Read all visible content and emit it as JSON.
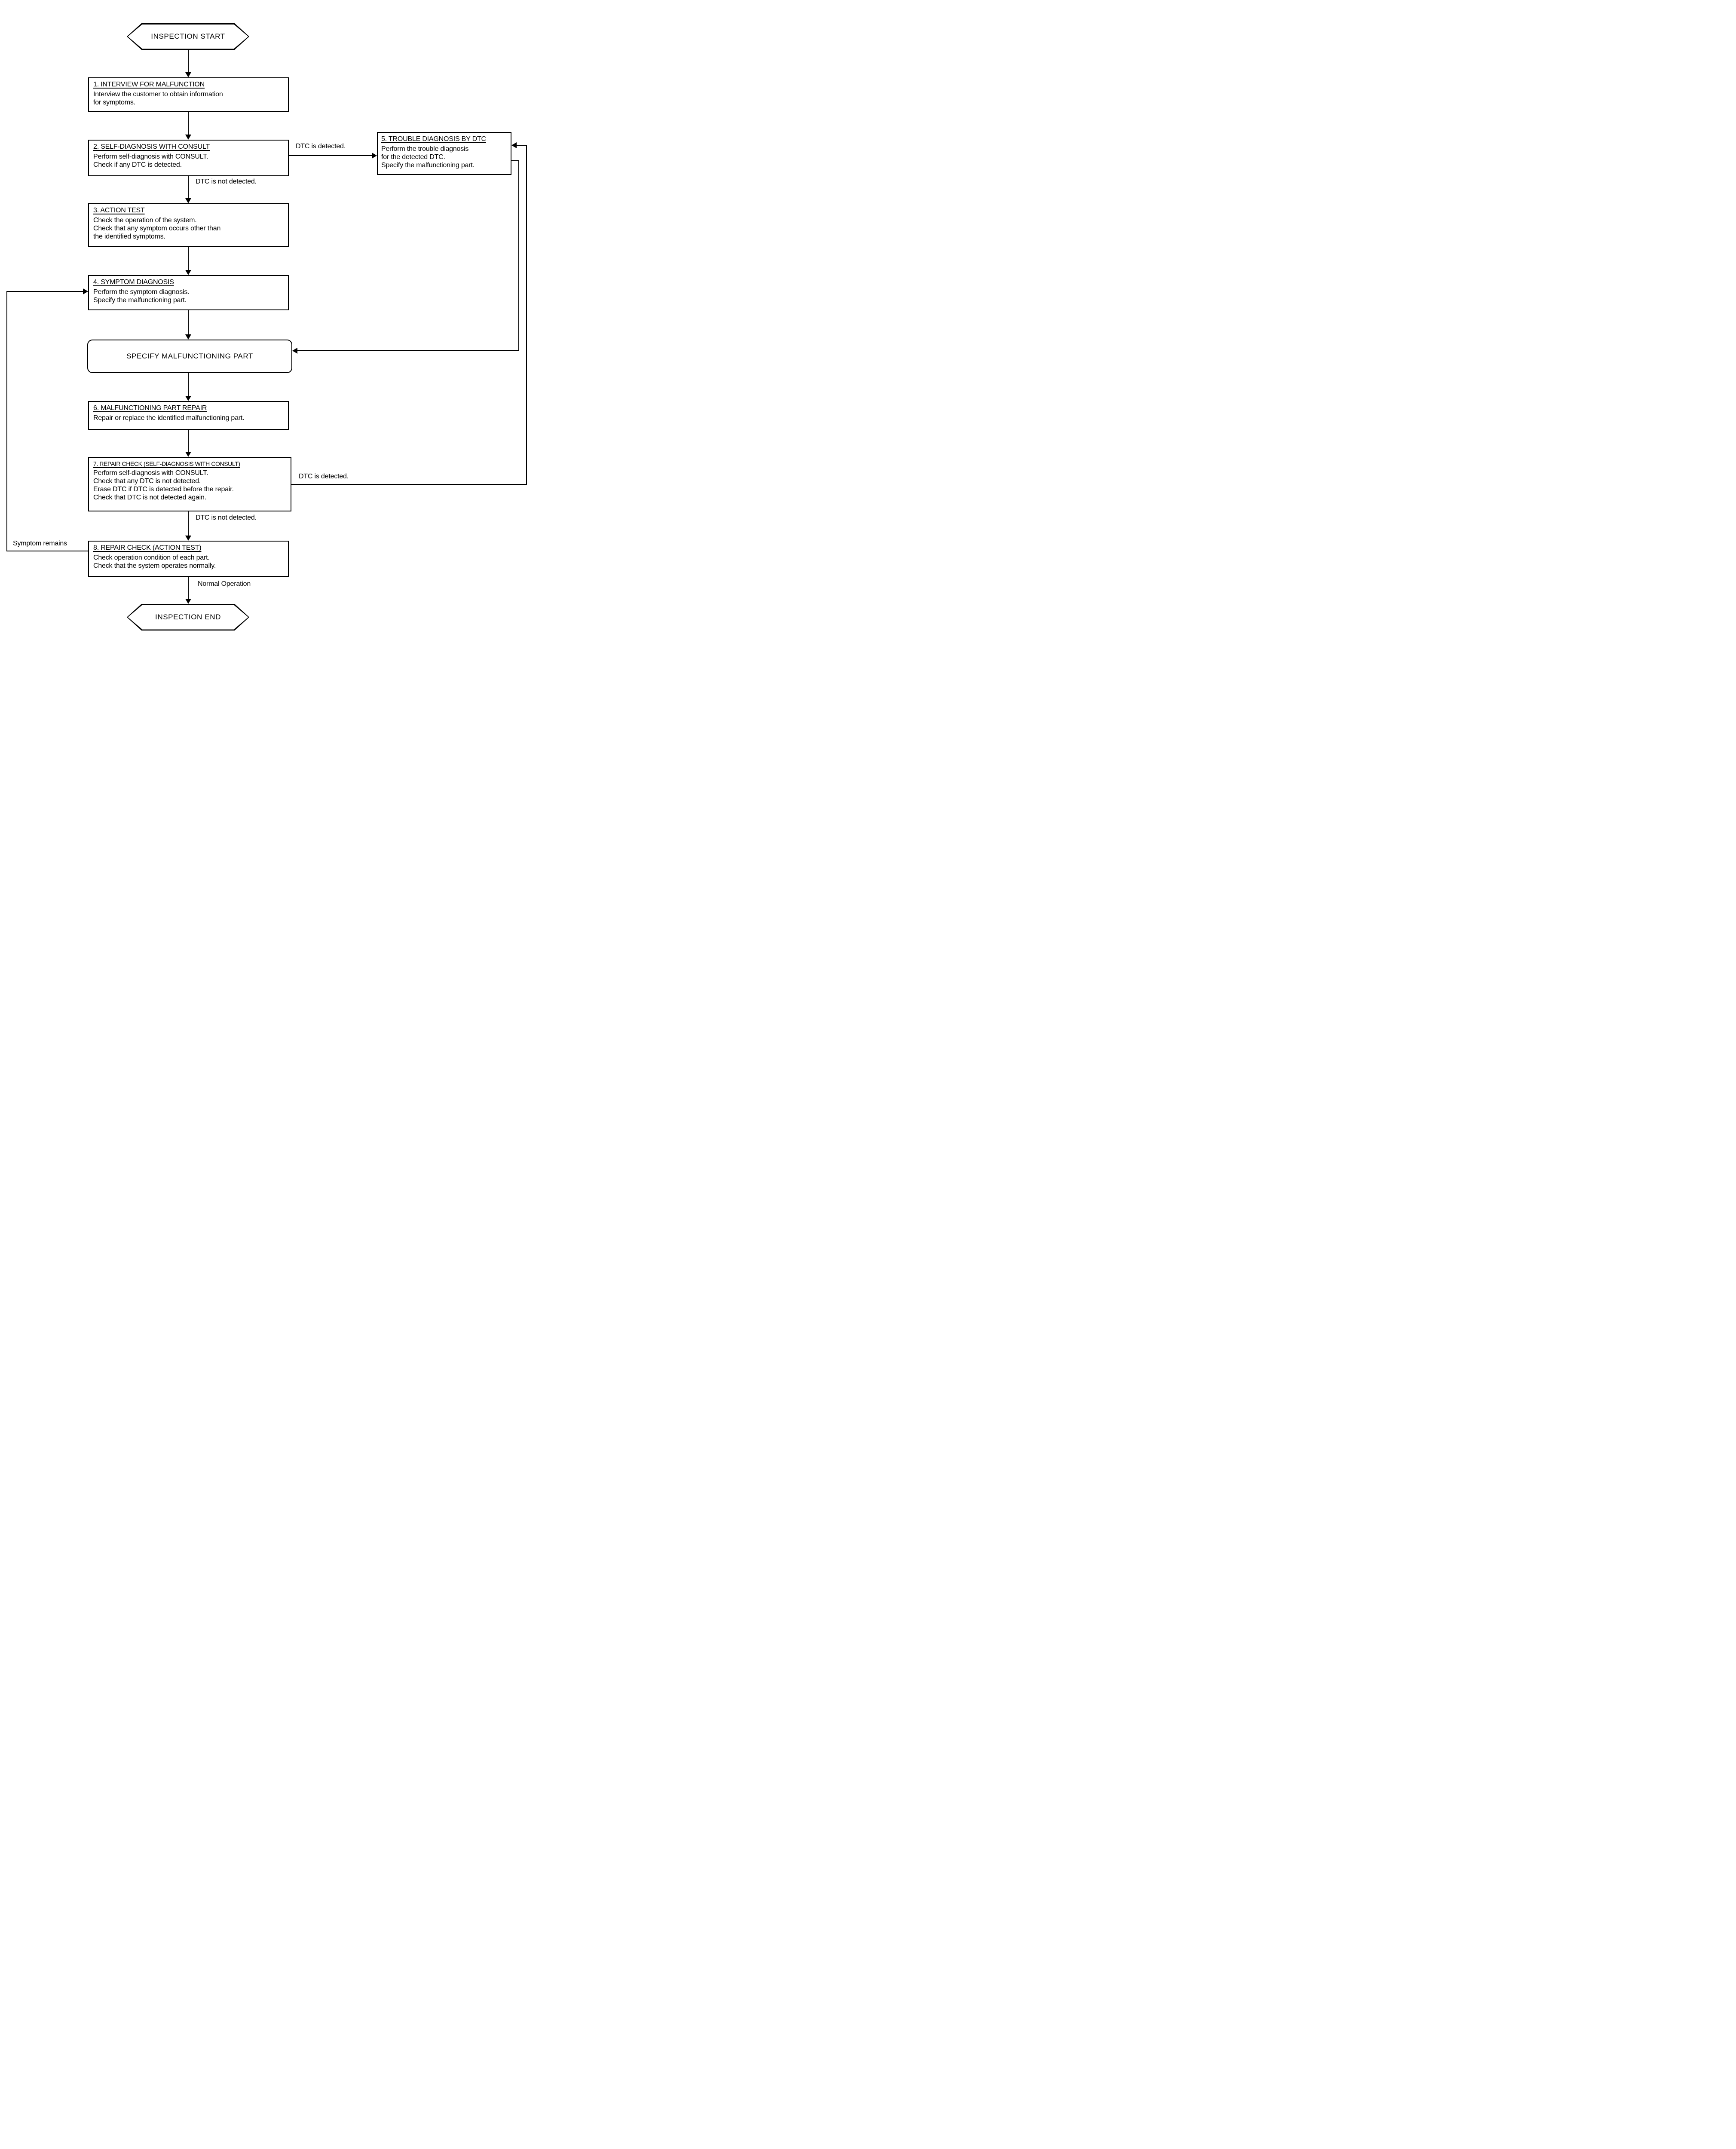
{
  "diagram": {
    "start_label": "INSPECTION START",
    "end_label": "INSPECTION END",
    "specify_label": "SPECIFY MALFUNCTIONING PART",
    "line_color": "#000000",
    "background_color": "#ffffff",
    "steps": [
      {
        "title": "1. INTERVIEW FOR MALFUNCTION",
        "lines": [
          "Interview the customer to obtain information",
          "for symptoms."
        ]
      },
      {
        "title": "2. SELF-DIAGNOSIS WITH CONSULT",
        "lines": [
          "Perform self-diagnosis with CONSULT.",
          "Check if any DTC is detected."
        ]
      },
      {
        "title": "3. ACTION TEST",
        "lines": [
          "Check the operation of the system.",
          "Check that any symptom occurs other than",
          "the identified symptoms."
        ]
      },
      {
        "title": "4. SYMPTOM DIAGNOSIS",
        "lines": [
          "Perform the symptom diagnosis.",
          "Specify the malfunctioning part."
        ]
      },
      {
        "title": "5. TROUBLE DIAGNOSIS BY DTC",
        "lines": [
          "Perform the trouble diagnosis",
          "for the detected DTC.",
          "Specify the malfunctioning part."
        ]
      },
      {
        "title": "6. MALFUNCTIONING PART REPAIR",
        "lines": [
          "Repair or replace the identified malfunctioning part."
        ]
      },
      {
        "title": "7. REPAIR CHECK (SELF-DIAGNOSIS WITH CONSULT)",
        "lines": [
          "Perform self-diagnosis with CONSULT.",
          "Check that any DTC is not detected.",
          "Erase DTC if DTC is detected before the repair.",
          "Check that DTC is not detected again."
        ]
      },
      {
        "title": "8. REPAIR CHECK (ACTION TEST)",
        "lines": [
          "Check operation condition of each part.",
          "Check that the system operates normally."
        ]
      }
    ],
    "edge_labels": {
      "dtc_detected_upper": "DTC is detected.",
      "dtc_not_detected_upper": "DTC is not detected.",
      "dtc_detected_lower": "DTC is detected.",
      "dtc_not_detected_lower": "DTC is not detected.",
      "symptom_remains": "Symptom remains",
      "normal_operation": "Normal Operation"
    }
  }
}
